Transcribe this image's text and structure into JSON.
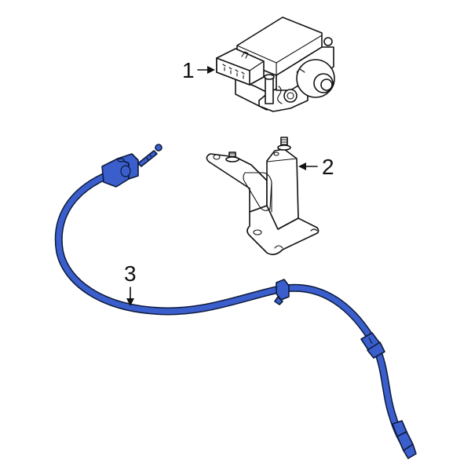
{
  "diagram": {
    "type": "exploded-parts-diagram",
    "background": "#ffffff",
    "highlight_color": "#3a5fcd",
    "line_color": "#111111",
    "callouts": [
      {
        "number": "1",
        "part": "abs-control-module",
        "arrow_direction": "right"
      },
      {
        "number": "2",
        "part": "mounting-bracket",
        "arrow_direction": "left"
      },
      {
        "number": "3",
        "part": "abs-wheel-speed-sensor-cable",
        "arrow_direction": "down",
        "highlighted": true
      }
    ]
  }
}
